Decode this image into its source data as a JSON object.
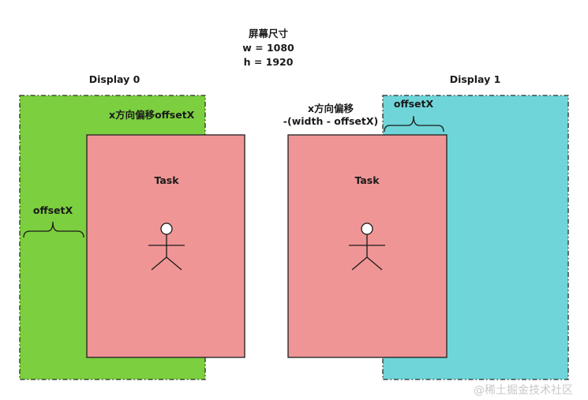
{
  "header": {
    "title": "屏幕尺寸",
    "width_line": "w = 1080",
    "height_line": "h = 1920"
  },
  "display0": {
    "label": "Display 0",
    "color": "#7ccf3f",
    "offset_caption": "x方向偏移offsetX",
    "offset_label": "offsetX",
    "task_label": "Task"
  },
  "display1": {
    "label": "Display 1",
    "color": "#6fd5d8",
    "offset_caption_line1": "x方向偏移",
    "offset_caption_line2": "-(width - offsetX)",
    "offset_label": "offsetX",
    "task_label": "Task"
  },
  "task_color": "#f09595",
  "watermark": "@稀土掘金技术社区"
}
